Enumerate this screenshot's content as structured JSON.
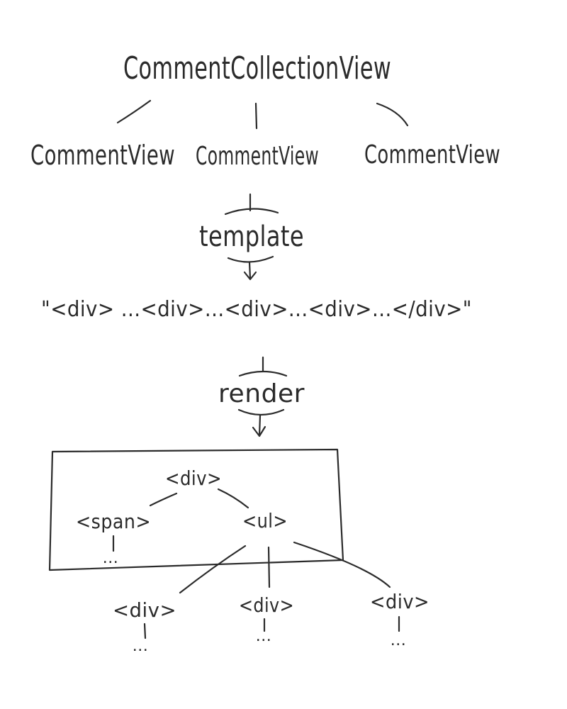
{
  "root": {
    "label": "CommentCollectionView"
  },
  "children": [
    {
      "label": "CommentView"
    },
    {
      "label": "CommentView"
    },
    {
      "label": "CommentView"
    }
  ],
  "steps": [
    {
      "label": "template"
    },
    {
      "label": "render"
    }
  ],
  "template_output": {
    "label": "\"<div> ...<div>...<div>...<div>...</div>\""
  },
  "dom": {
    "root": {
      "label": "<div>"
    },
    "span": {
      "label": "<span>",
      "ellipsis": "..."
    },
    "ul": {
      "label": "<ul>"
    },
    "items": [
      {
        "label": "<div>",
        "ellipsis": "..."
      },
      {
        "label": "<div>",
        "ellipsis": "..."
      },
      {
        "label": "<div>",
        "ellipsis": "..."
      }
    ]
  },
  "colors": {
    "ink": "#2b2b2b",
    "background": "#ffffff"
  }
}
